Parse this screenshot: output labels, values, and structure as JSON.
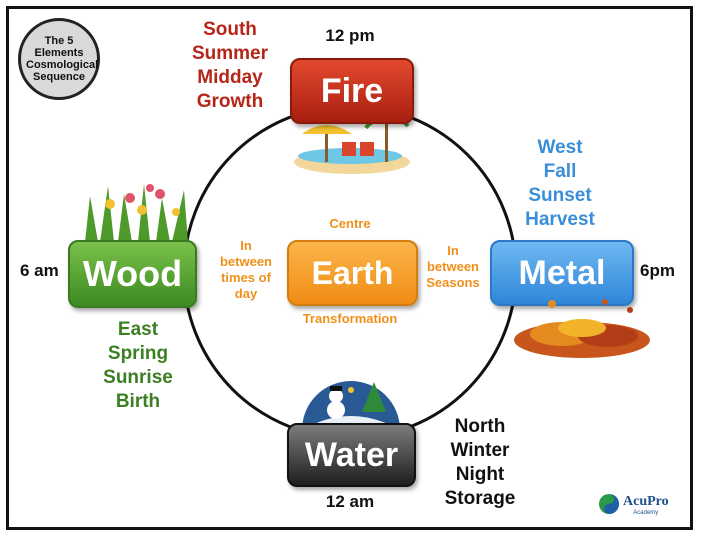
{
  "badge": {
    "text": "The 5 Elements Cosmological Sequence"
  },
  "elements": {
    "fire": {
      "label": "Fire",
      "time": "12 pm",
      "lines": [
        "South",
        "Summer",
        "Midday",
        "Growth"
      ]
    },
    "wood": {
      "label": "Wood",
      "time": "6 am",
      "lines": [
        "East",
        "Spring",
        "Sunrise",
        "Birth"
      ]
    },
    "earth": {
      "label": "Earth",
      "top_note": "Centre",
      "bottom_note": "Transformation",
      "left_note": [
        "In",
        "between",
        "times of",
        "day"
      ],
      "right_note": [
        "In",
        "between",
        "Seasons"
      ]
    },
    "metal": {
      "label": "Metal",
      "time": "6pm",
      "lines": [
        "West",
        "Fall",
        "Sunset",
        "Harvest"
      ]
    },
    "water": {
      "label": "Water",
      "time": "12 am",
      "lines": [
        "North",
        "Winter",
        "Night",
        "Storage"
      ]
    }
  },
  "logo": {
    "name": "AcuPro",
    "sub": "Academy"
  },
  "colors": {
    "fire": "#c0321c",
    "wood": "#4f9e2c",
    "earth": "#f59a1f",
    "metal": "#3d93e0",
    "water": "#333333",
    "green_text": "#3c7f23",
    "red_text": "#b52619",
    "blue_text": "#3a8ed8",
    "orange_text": "#f0901a"
  }
}
